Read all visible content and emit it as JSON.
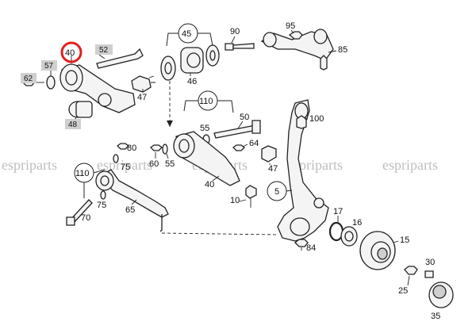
{
  "callouts": {
    "c40": "40",
    "c52": "52",
    "c57": "57",
    "c62": "62",
    "c47a": "47",
    "c48": "48",
    "c45": "45",
    "c90": "90",
    "c46": "46",
    "c95": "95",
    "c85": "85",
    "c110a": "110",
    "c50": "50",
    "c55a": "55",
    "c100": "100",
    "c80": "80",
    "c75a": "75",
    "c60": "60",
    "c55b": "55",
    "c64": "64",
    "c47b": "47",
    "c110b": "110",
    "c75b": "75",
    "c40b": "40",
    "c10": "10",
    "c5": "5",
    "c70": "70",
    "c65": "65",
    "c17": "17",
    "c16": "16",
    "c15": "15",
    "c84": "84",
    "c30": "30",
    "c25": "25",
    "c35": "35"
  },
  "watermark": [
    "espriparts",
    "espriparts",
    "espriparts",
    "espriparts",
    "espriparts"
  ],
  "colors": {
    "highlight_ring": "#e02020",
    "label_box": "#cfcfcf",
    "line": "#222222",
    "watermark": "#8a8a8a"
  }
}
